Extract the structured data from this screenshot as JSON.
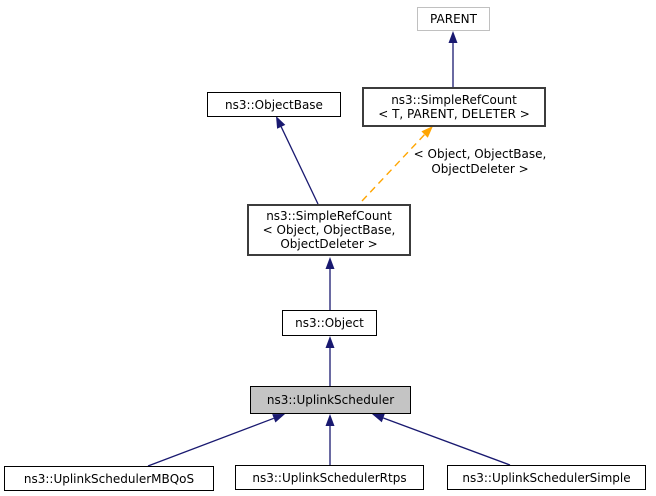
{
  "diagram": {
    "type": "class-inheritance-graph",
    "background": "#ffffff",
    "colors": {
      "inheritance_edge": "#191970",
      "template_edge": "#ffa500",
      "node_fill": "#ffffff",
      "selected_node_fill": "#c4c4c4",
      "node_border": "#000000",
      "template_node_border": "#3c3c3c",
      "external_node_border": "#c0c0c0",
      "text": "#000000"
    },
    "nodes": {
      "parent": {
        "label": "PARENT"
      },
      "simple_ref_count_template": {
        "line1": "ns3::SimpleRefCount",
        "line2": "< T, PARENT, DELETER >"
      },
      "object_base": {
        "label": "ns3::ObjectBase"
      },
      "simple_ref_count_object": {
        "line1": "ns3::SimpleRefCount",
        "line2": "< Object, ObjectBase,",
        "line3": "ObjectDeleter >"
      },
      "object": {
        "label": "ns3::Object"
      },
      "uplink_scheduler": {
        "label": "ns3::UplinkScheduler"
      },
      "uplink_scheduler_mbqos": {
        "label": "ns3::UplinkSchedulerMBQoS"
      },
      "uplink_scheduler_rtps": {
        "label": "ns3::UplinkSchedulerRtps"
      },
      "uplink_scheduler_simple": {
        "label": "ns3::UplinkSchedulerSimple"
      }
    },
    "edge_label": {
      "line1": "< Object, ObjectBase,",
      "line2": "ObjectDeleter >"
    },
    "edges": [
      {
        "from": "ns3::SimpleRefCount< T, PARENT, DELETER >",
        "to": "PARENT",
        "type": "inheritance"
      },
      {
        "from": "ns3::SimpleRefCount< Object, ObjectBase, ObjectDeleter >",
        "to": "ns3::ObjectBase",
        "type": "inheritance"
      },
      {
        "from": "ns3::SimpleRefCount< Object, ObjectBase, ObjectDeleter >",
        "to": "ns3::SimpleRefCount< T, PARENT, DELETER >",
        "type": "template-instantiation",
        "label": "< Object, ObjectBase, ObjectDeleter >"
      },
      {
        "from": "ns3::Object",
        "to": "ns3::SimpleRefCount< Object, ObjectBase, ObjectDeleter >",
        "type": "inheritance"
      },
      {
        "from": "ns3::UplinkScheduler",
        "to": "ns3::Object",
        "type": "inheritance"
      },
      {
        "from": "ns3::UplinkSchedulerMBQoS",
        "to": "ns3::UplinkScheduler",
        "type": "inheritance"
      },
      {
        "from": "ns3::UplinkSchedulerRtps",
        "to": "ns3::UplinkScheduler",
        "type": "inheritance"
      },
      {
        "from": "ns3::UplinkSchedulerSimple",
        "to": "ns3::UplinkScheduler",
        "type": "inheritance"
      }
    ]
  }
}
